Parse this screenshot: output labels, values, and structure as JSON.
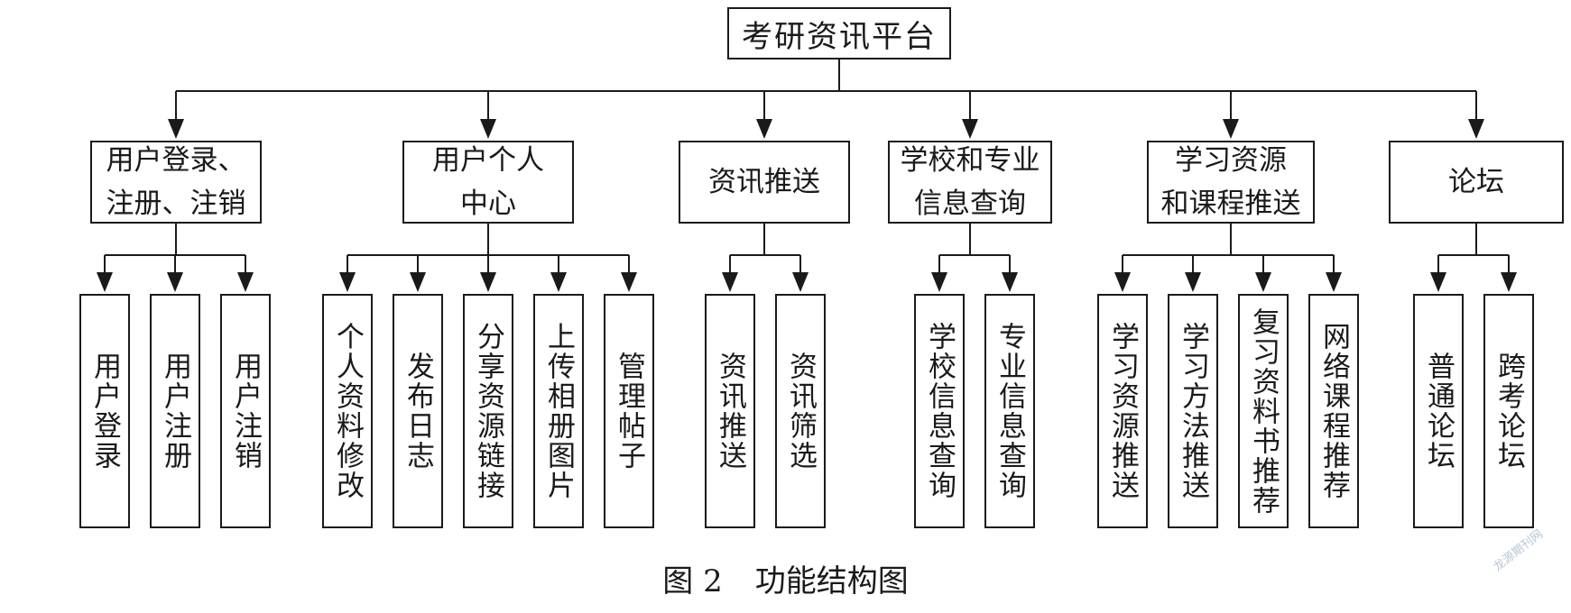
{
  "root": {
    "label": "考研资讯平台"
  },
  "modules": [
    {
      "lines": [
        "用户登录、",
        "注册、注销"
      ],
      "children": [
        "用户登录",
        "用户注册",
        "用户注销"
      ]
    },
    {
      "lines": [
        "用户个人",
        "中心"
      ],
      "children": [
        "个人资料修改",
        "发布日志",
        "分享资源链接",
        "上传相册图片",
        "管理帖子"
      ]
    },
    {
      "lines": [
        "资讯推送"
      ],
      "children": [
        "资讯推送",
        "资讯筛选"
      ]
    },
    {
      "lines": [
        "学校和专业",
        "信息查询"
      ],
      "children": [
        "学校信息查询",
        "专业信息查询"
      ]
    },
    {
      "lines": [
        "学习资源",
        "和课程推送"
      ],
      "children": [
        "学习资源推送",
        "学习方法推送",
        "复习资料书推荐",
        "网络课程推荐"
      ]
    },
    {
      "lines": [
        "论坛"
      ],
      "children": [
        "普通论坛",
        "跨考论坛"
      ]
    }
  ],
  "caption": {
    "figure": "图 2",
    "title": "功能结构图"
  },
  "watermark": "龙源期刊网",
  "colors": {
    "line": "#1a1a1a",
    "box_border": "#1a1a1a",
    "text": "#1a1a1a",
    "watermark": "#b9c6d6"
  }
}
